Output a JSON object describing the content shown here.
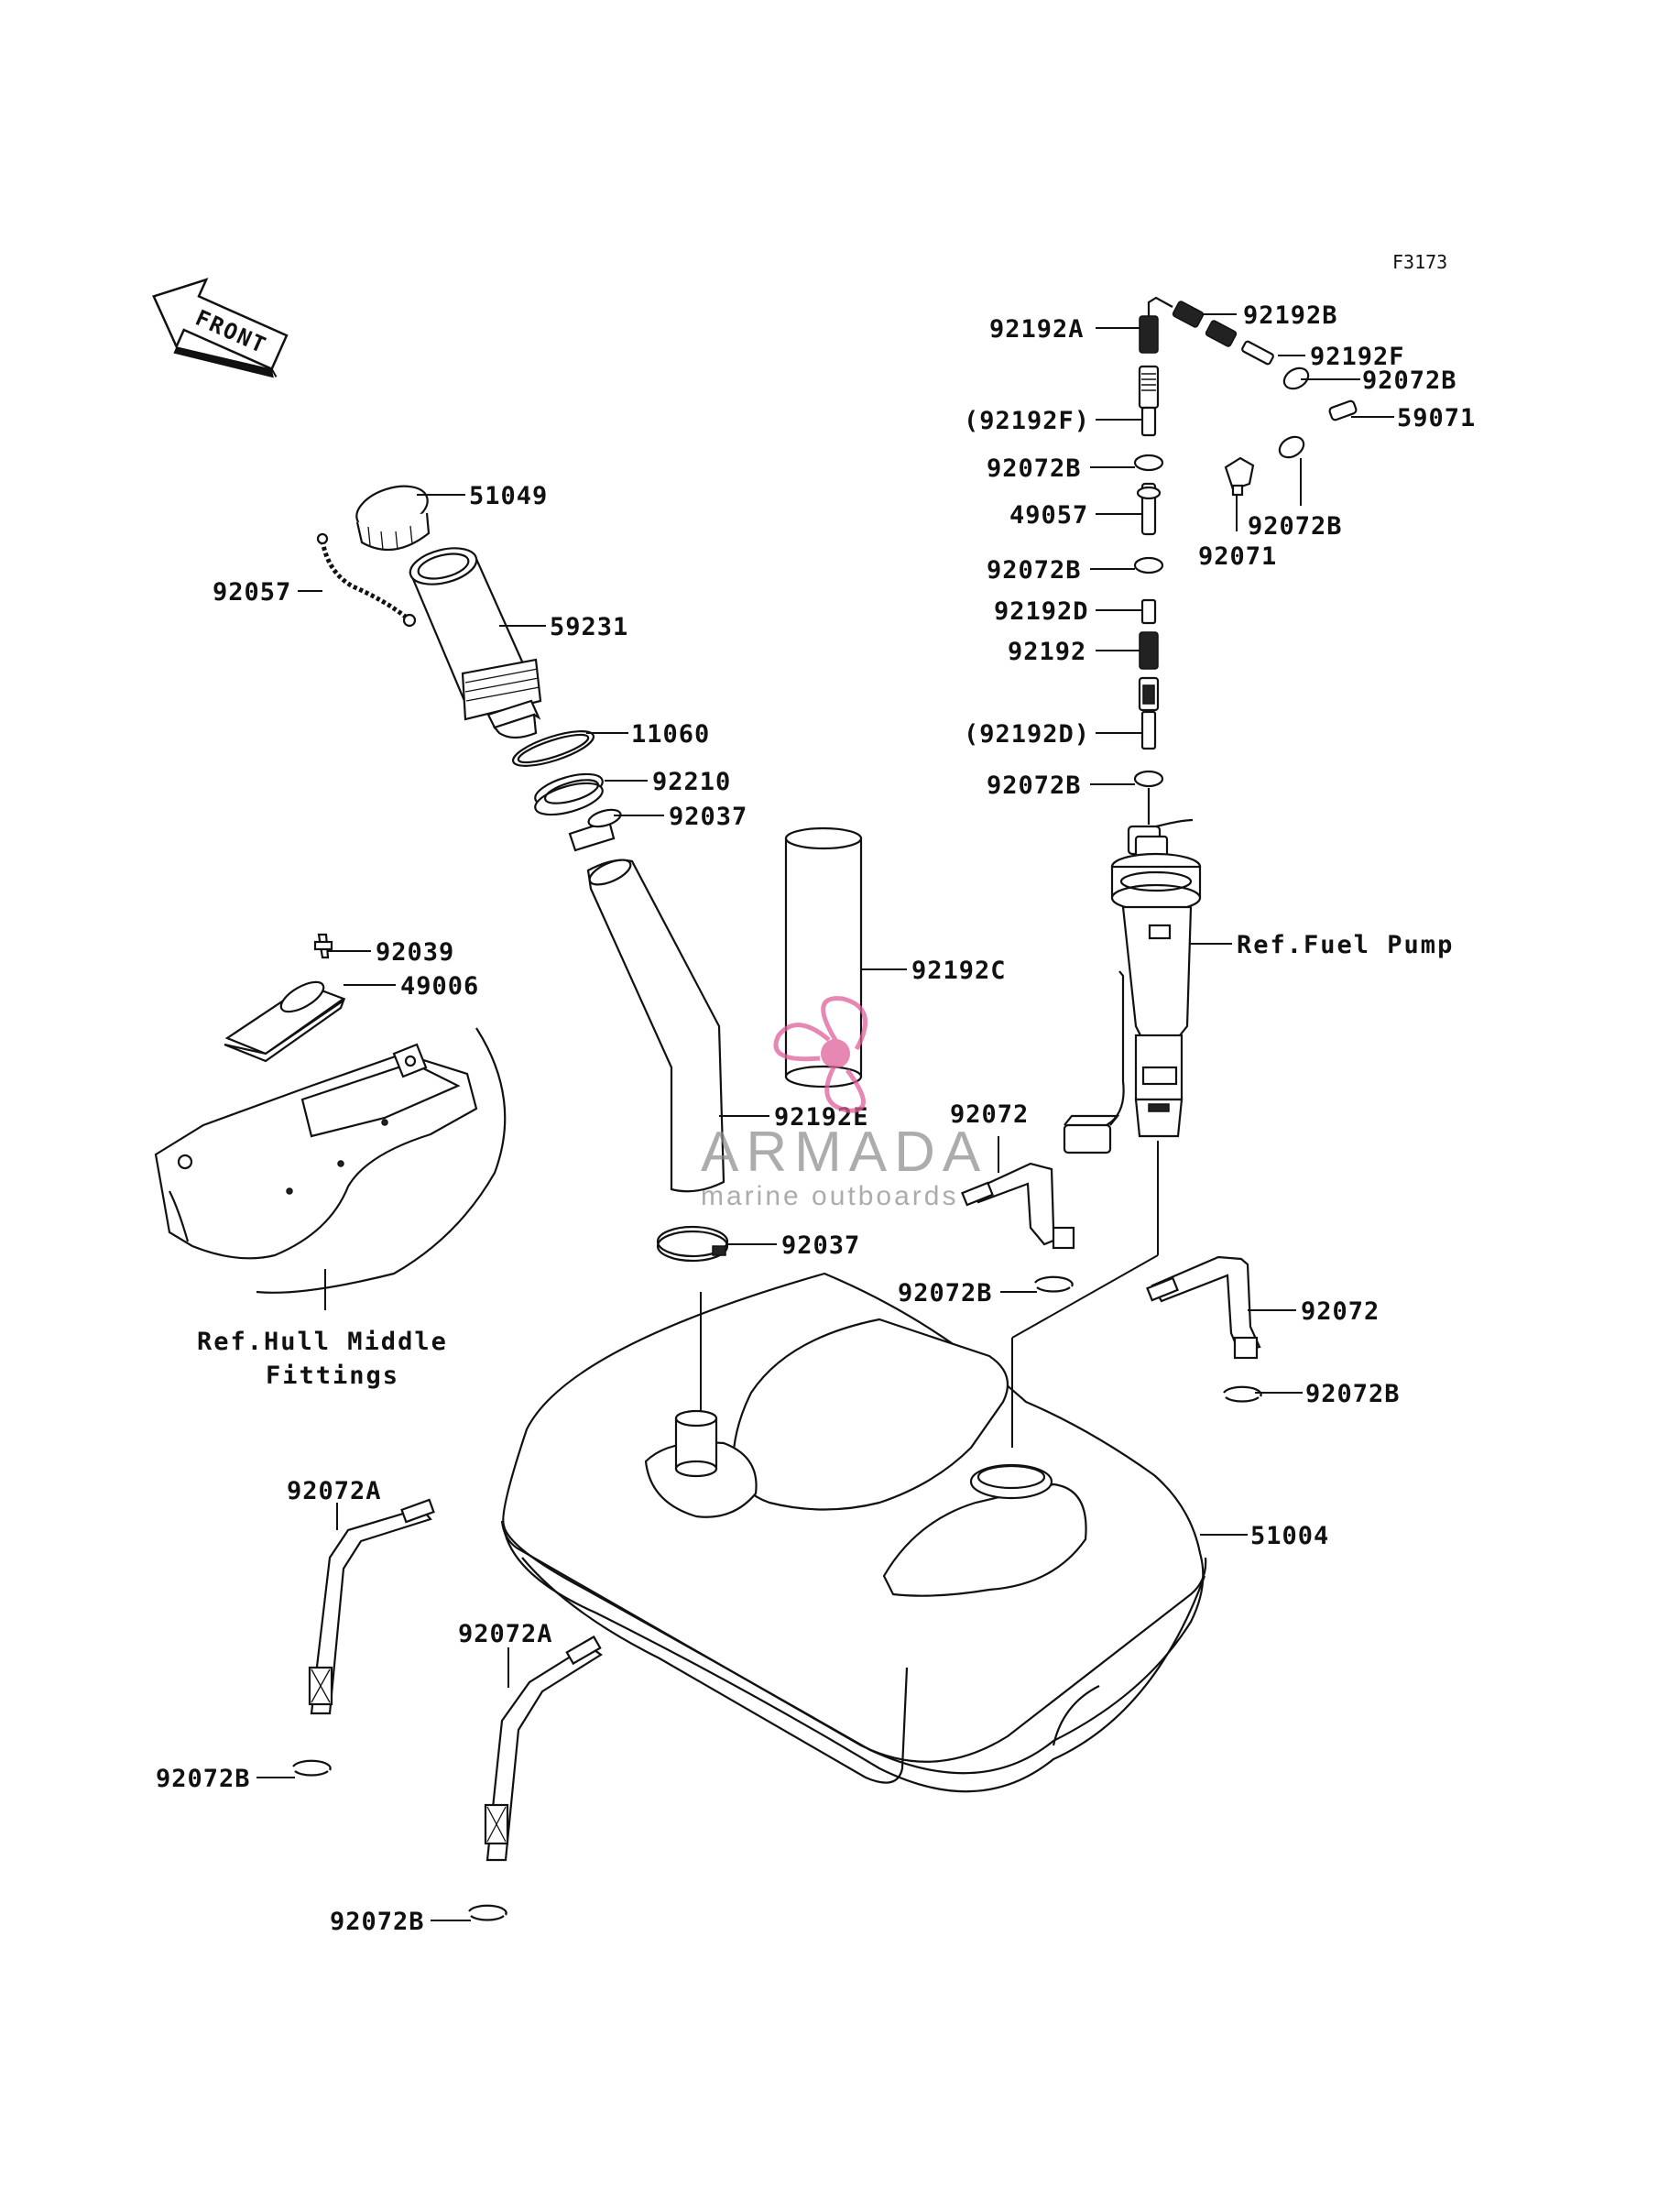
{
  "figure_code": "F3173",
  "front_label": "FRONT",
  "watermark": {
    "name": "ARMADA",
    "subtitle": "marine outboards",
    "logo_icon": "propeller-logo-icon",
    "accent_color": "#e0609a"
  },
  "part_labels": [
    "92192B",
    "92192A",
    "92192F",
    "92072B",
    "(92192F)",
    "59071",
    "92072B",
    "49057",
    "92072B",
    "92071",
    "92072B",
    "92192D",
    "92192",
    "(92192D)",
    "92072B",
    "51049",
    "92057",
    "59231",
    "11060",
    "92210",
    "92037",
    "92192C",
    "92039",
    "49006",
    "92192E",
    "92072",
    "92037",
    "92072B",
    "92072",
    "92072B",
    "51004",
    "92072A",
    "92072A",
    "92072B",
    "92072B"
  ],
  "references": {
    "fuel_pump": "Ref.Fuel Pump",
    "hull_line1": "Ref.Hull Middle",
    "hull_line2": "Fittings"
  },
  "colors": {
    "line": "#111111",
    "background": "#ffffff",
    "watermark_gray": "#8a8a8a"
  }
}
